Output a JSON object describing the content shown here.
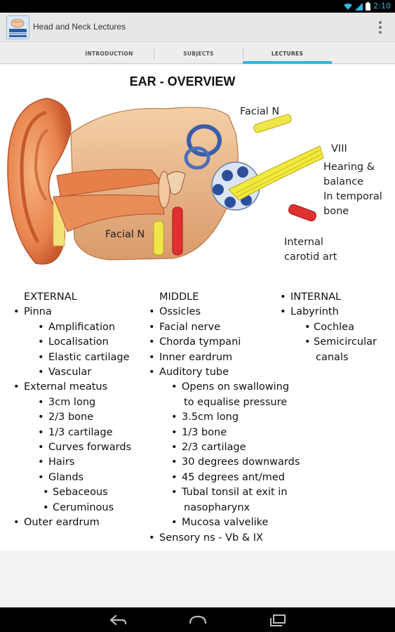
{
  "status_bar": {
    "time": "2:10"
  },
  "app": {
    "title": "Head and Neck Lectures",
    "icon_name": "brain-book-icon"
  },
  "tabs": [
    {
      "label": "INTRODUCTION",
      "selected": false
    },
    {
      "label": "SUBJECTS",
      "selected": false
    },
    {
      "label": "LECTURES",
      "selected": true
    }
  ],
  "accent_color": "#33b5e5",
  "slide": {
    "title": "EAR - OVERVIEW",
    "labels": {
      "facial_n_top": "Facial N",
      "viii": "VIII",
      "hearing_1": "Hearing &",
      "hearing_2": "balance",
      "hearing_3": "In temporal",
      "hearing_4": "bone",
      "facial_n_bottom": "Facial N",
      "internal_1": "Internal",
      "internal_2": "carotid art"
    },
    "external": {
      "heading": "EXTERNAL",
      "pinna": "Pinna",
      "pinna_items": [
        "Amplification",
        "Localisation",
        "Elastic cartilage",
        "Vascular"
      ],
      "meatus": "External meatus",
      "meatus_items": [
        "3cm long",
        "2/3 bone",
        "1/3 cartilage",
        "Curves forwards",
        "Hairs",
        "Glands"
      ],
      "gland_items": [
        "Sebaceous",
        "Ceruminous"
      ],
      "outer": "Outer eardrum"
    },
    "middle": {
      "heading": "MIDDLE",
      "items": [
        "Ossicles",
        "Facial nerve",
        "Chorda tympani",
        "Inner eardrum",
        "Auditory tube"
      ],
      "tube_items": [
        "Opens on swallowing",
        "to equalise pressure",
        "3.5cm long",
        "1/3 bone",
        "2/3 cartilage",
        "30 degrees downwards",
        "45 degrees ant/med",
        "Tubal tonsil at exit in",
        "nasopharynx",
        "Mucosa valvelike"
      ],
      "sensory": "Sensory ns - Vb & IX"
    },
    "internal": {
      "heading": "INTERNAL",
      "labyrinth": "Labyrinth",
      "items": [
        "Cochlea",
        "Semicircular",
        "canals"
      ]
    }
  }
}
